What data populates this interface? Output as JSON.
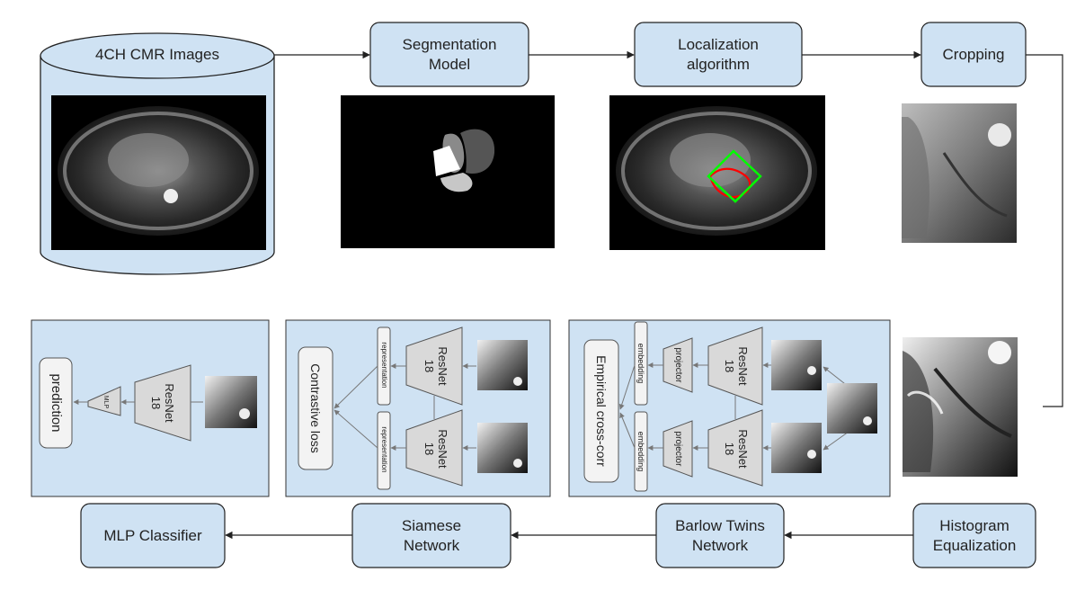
{
  "top_row": {
    "database_label": "4CH CMR Images",
    "segmentation_label": "Segmentation\nModel",
    "localization_label": "Localization\nalgorithm",
    "cropping_label": "Cropping"
  },
  "bottom_row": {
    "mlp_classifier_label": "MLP Classifier",
    "siamese_label": "Siamese\nNetwork",
    "barlow_label": "Barlow Twins\nNetwork",
    "histogram_label": "Histogram\nEqualization"
  },
  "mlp_panel": {
    "prediction_label": "prediction",
    "mlp_label": "MLP",
    "resnet_label": "ResNet\n18"
  },
  "siamese_panel": {
    "loss_label": "Contrastive loss",
    "representation_label": "representation",
    "resnet_label": "ResNet\n18"
  },
  "barlow_panel": {
    "loss_label": "Empirical cross-corr",
    "embedding_label": "embedding",
    "projector_label": "projector",
    "resnet_label": "ResNet\n18"
  },
  "colors": {
    "box_fill": "#cfe2f3",
    "panel_fill": "#cfe2f3",
    "loss_box_fill": "#f3f3f3",
    "bbox_green": "#00ff00",
    "contour_red": "#ff0000"
  }
}
